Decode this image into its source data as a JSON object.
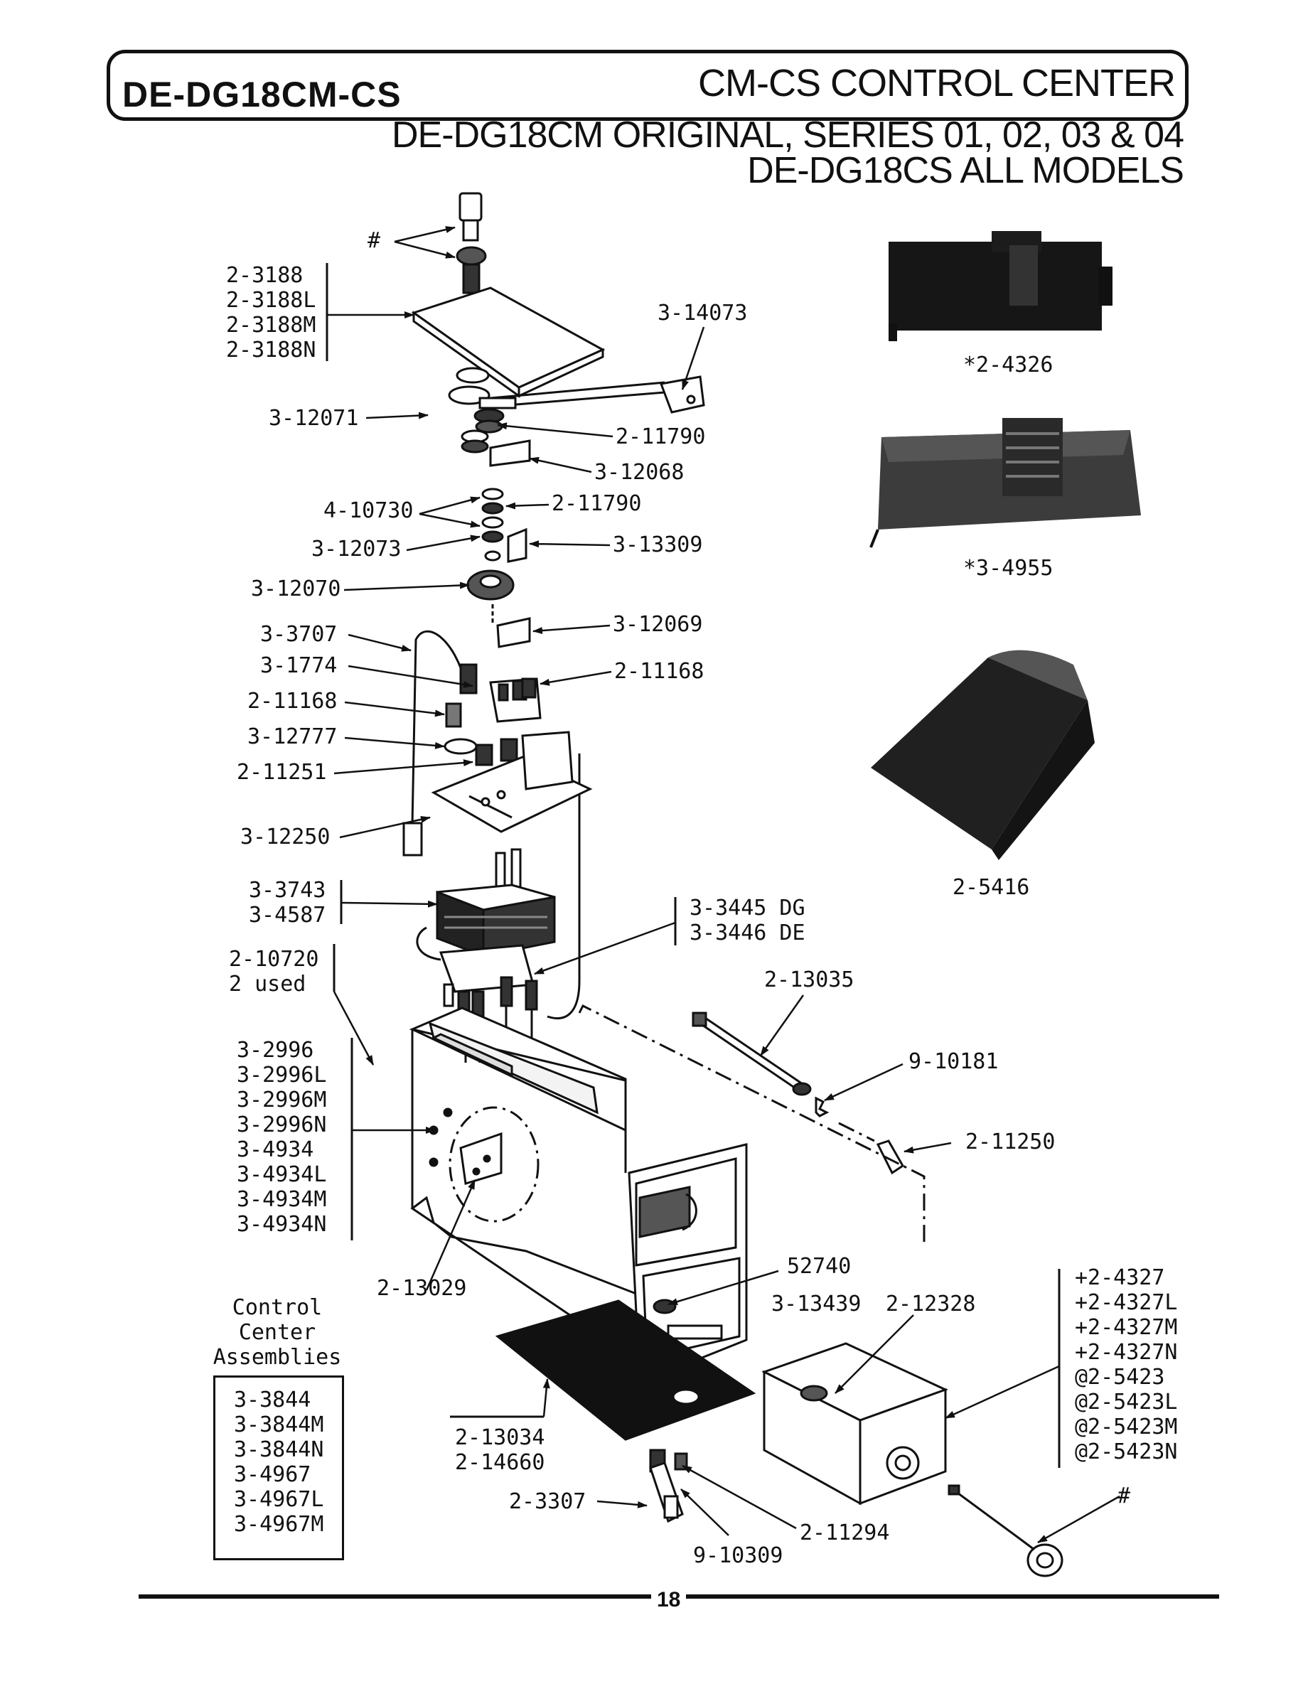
{
  "header": {
    "model_code": "DE-DG18CM-CS",
    "section_title": "CM-CS CONTROL CENTER",
    "subtitle_line1": "DE-DG18CM ORIGINAL, SERIES 01, 02, 03 & 04",
    "subtitle_line2": "DE-DG18CS ALL MODELS"
  },
  "parts": {
    "hash_top": "#",
    "p_3188_group": [
      "2-3188",
      "2-3188L",
      "2-3188M",
      "2-3188N"
    ],
    "p_14073": "3-14073",
    "p_12071": "3-12071",
    "p_11790_a": "2-11790",
    "p_12068": "3-12068",
    "p_10730": "4-10730",
    "p_11790_b": "2-11790",
    "p_12073": "3-12073",
    "p_13309": "3-13309",
    "p_12070": "3-12070",
    "p_12069": "3-12069",
    "p_3707": "3-3707",
    "p_1774": "3-1774",
    "p_11168_right": "2-11168",
    "p_11168_left": "2-11168",
    "p_12777": "3-12777",
    "p_11251": "2-11251",
    "p_12250": "3-12250",
    "p_3743_group": [
      "3-3743",
      "3-4587"
    ],
    "p_3445_group": [
      "3-3445 DG",
      "3-3446 DE"
    ],
    "p_10720_group": [
      "2-10720",
      "2 used"
    ],
    "p_13035": "2-13035",
    "p_10181": "9-10181",
    "p_11250": "2-11250",
    "p_2996_group": [
      "3-2996",
      "3-2996L",
      "3-2996M",
      "3-2996N",
      "3-4934",
      "3-4934L",
      "3-4934M",
      "3-4934N"
    ],
    "p_13029": "2-13029",
    "p_52740": "52740",
    "p_13439": "3-13439",
    "p_12328": "2-12328",
    "p_4327_group": [
      "+2-4327",
      "+2-4327L",
      "+2-4327M",
      "+2-4327N",
      "@2-5423",
      "@2-5423L",
      "@2-5423M",
      "@2-5423N"
    ],
    "p_13034_group": [
      "2-13034",
      "2-14660"
    ],
    "p_3307": "2-3307",
    "p_11294": "2-11294",
    "p_10309": "9-10309",
    "hash_bottom": "#",
    "p_4326": "*2-4326",
    "p_4955": "*3-4955",
    "p_5416": "2-5416"
  },
  "assemblies": {
    "title_lines": [
      "Control",
      "Center",
      "Assemblies"
    ],
    "items": [
      "3-3844",
      "3-3844M",
      "3-3844N",
      "3-4967",
      "3-4967L",
      "3-4967M"
    ]
  },
  "footer": {
    "page_number": "18"
  }
}
